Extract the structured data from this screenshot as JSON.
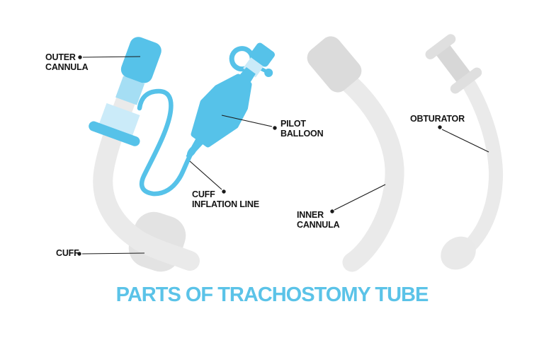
{
  "title": "PARTS OF TRACHOSTOMY TUBE",
  "labels": {
    "outer_cannula": {
      "line1": "OUTER",
      "line2": "CANNULA"
    },
    "pilot_balloon": {
      "line1": "PILOT",
      "line2": "BALLOON"
    },
    "cuff_inflation_line": {
      "line1": "CUFF",
      "line2": "INFLATION LINE"
    },
    "cuff": {
      "line1": "CUFF"
    },
    "inner_cannula": {
      "line1": "INNER",
      "line2": "CANNULA"
    },
    "obturator": {
      "line1": "OBTURATOR"
    }
  },
  "colors": {
    "part_blue": "#56C2E9",
    "part_blue_light": "#A5DEF4",
    "part_blue_pale": "#CBEBF9",
    "gray_connector": "#DBDBDB",
    "gray_tube": "#EAEAEA",
    "cuff_gray": "#E3E3E3",
    "leader_line": "#1A1A1A",
    "label_text": "#141414",
    "title_blue": "#5BC3E8"
  }
}
